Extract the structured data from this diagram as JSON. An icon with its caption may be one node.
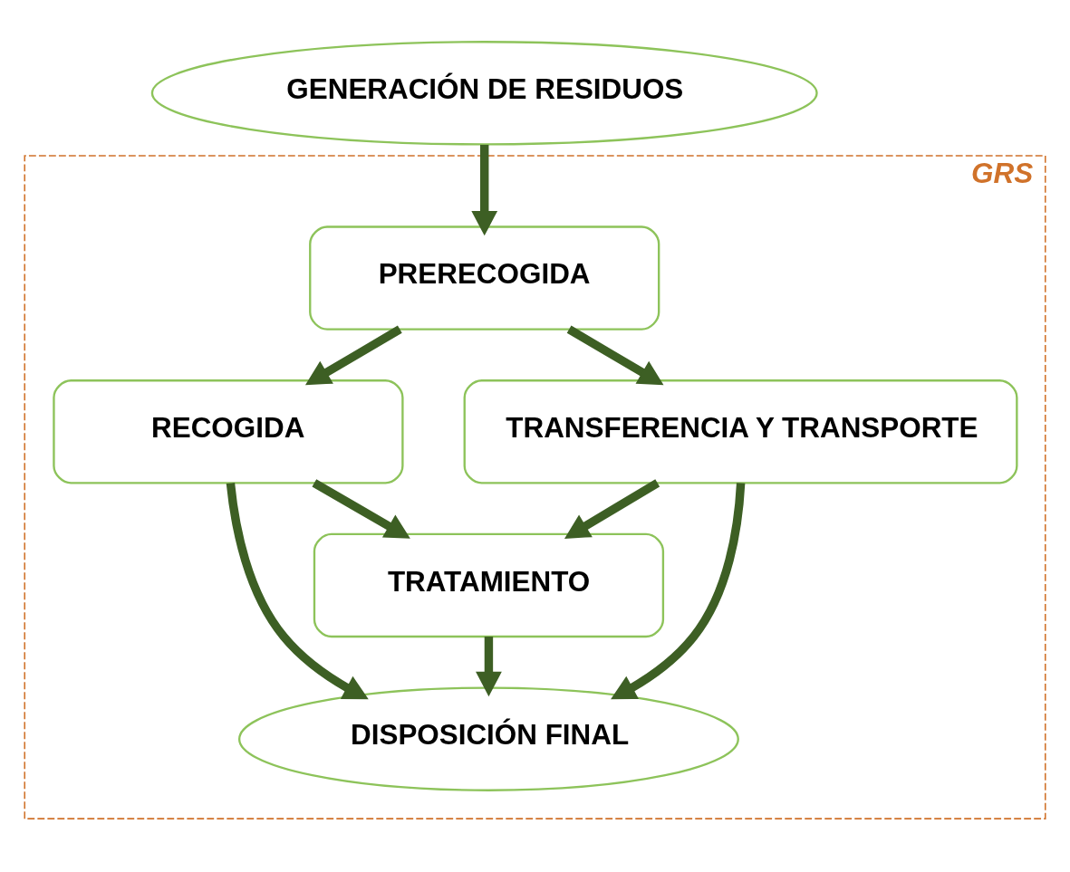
{
  "diagram": {
    "nodes": [
      {
        "text": [
          "GENERACIÓN DE RESIDUOS"
        ]
      },
      {
        "text": [
          "GRS"
        ]
      },
      {
        "text": [
          "PRERECOGIDA"
        ],
        "in": 1
      },
      {
        "text": [
          "RECOGIDA"
        ],
        "in": 1
      },
      {
        "text": [
          "TRANSFERENCIA Y TRANSPORTE"
        ],
        "in": 1
      },
      {
        "text": [
          "TRATAMIENTO"
        ],
        "in": 1
      },
      {
        "text": [
          "DISPOSICIÓN FINAL"
        ],
        "in": 1
      }
    ],
    "edges": [
      {
        "from": 0,
        "to": 2,
        "arrow": "to"
      },
      {
        "from": 2,
        "to": 3,
        "arrow": "to"
      },
      {
        "from": 2,
        "to": 4,
        "arrow": "to"
      },
      {
        "from": 3,
        "to": 5,
        "arrow": "to"
      },
      {
        "from": 3,
        "to": 6,
        "arrow": "to"
      },
      {
        "from": 4,
        "to": 5,
        "arrow": "to"
      },
      {
        "from": 4,
        "to": 6,
        "arrow": "to"
      },
      {
        "from": 5,
        "to": 6,
        "arrow": "to"
      }
    ]
  }
}
